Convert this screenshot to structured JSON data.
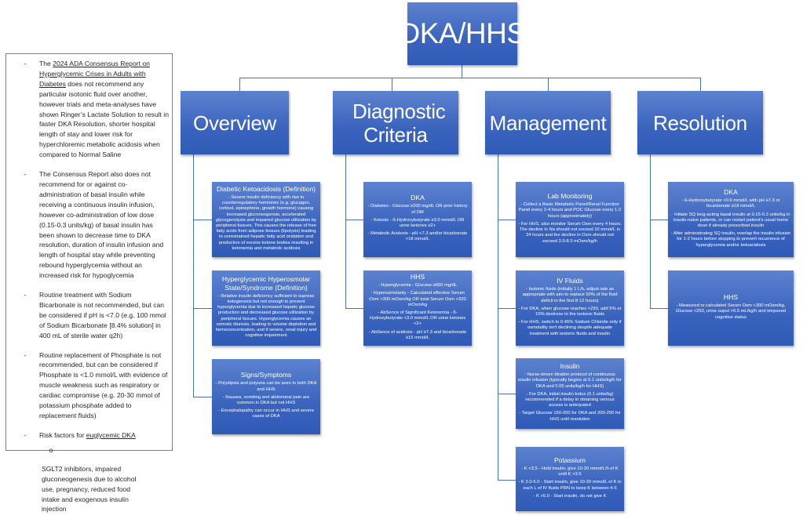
{
  "notes": {
    "items": [
      {
        "link": "2024 ADA Consensus Report on Hyperglycemic Crises in Adults with Diabetes",
        "prefix": "The ",
        "text": " does not recommend any particular isotonic fluid over another, however trials and meta-analyses have shown Ringer’s Lactate Solution to result in faster DKA Resolution, shorter hospital length of stay and lower risk for hyperchloremic metabolic acidosis when compared to Normal Saline"
      },
      {
        "text": "The Consensus Report also does not recommend for or against co-administration of basal insulin while receiving a continuous insulin infusion, however co-administration of low dose (0.15-0.3 units/kg) of basal insulin has been shown to decrease time to DKA resolution, duration of insulin infusion and length of hospital stay while preventing rebound hyperglycemia without an increased risk for hypoglycemia"
      },
      {
        "text": "Routine treatment with Sodium Bicarbonate is not recommended, but can be considered if pH is <7.0 (e.g. 100 mmol of Sodium Bicarbonate [8.4% solution] in 400 mL of sterile water q2h)"
      },
      {
        "text": "Routine replacement of Phosphate is not recommended, but can be considered if Phosphate is <1.0 mmol/L with evidence of muscle weakness such as respiratory or cardiac compromise (e.g. 20-30 mmol of potassium phosphate added to replacement fluids)"
      },
      {
        "prefix": "Risk factors for ",
        "link": "euglycemic DKA",
        "text": "",
        "sub": "SGLT2 inhibitors, impaired gluconeogenesis due to alcohol use, pregnancy, reduced food intake and exogenous insulin injection"
      }
    ],
    "dash": "-",
    "sub_bullet": "o"
  },
  "root": {
    "label": "DKA/HHS"
  },
  "categories": [
    {
      "label": "Overview",
      "children": [
        {
          "title": "Diabetic Ketoacidosis (Definition)",
          "lines": [
            "- Severe insulin deficiency with rise in counterregulatory hormones (e.g. glucagon, cortisol, epinephrine, growth hormone) causing increased gluconeogensis, accelerated glycogenolysis and impaired glucose utilization by peripheral tissues. This causes the release of free fatty acids from adipose tissues (lipolysis) leading to unrestrained hepatic fatty acid oxidation and production of excess ketone bodies resulting in ketonemia and metabolic acidosis"
          ]
        },
        {
          "title": "Hyperglycemic Hyperosmolar State/Syndrome (Definition)",
          "lines": [
            "- Relative insulin deficiency sufficient to supress ketogenesis but not enough to prevent hyperglycemia due to increased hepatic glucose production and decreased glucose utilization by peripheral tissues. Hyperglycemia causes an osmotic diuresis, leading to volume depletion and hemoconcentration, and if severe, renal injury and cognitive impairment"
          ]
        },
        {
          "title": "Signs/Symptoms",
          "lines": [
            "- Polydipsia and polyuria can be seen in both DKA and HHS",
            "- Nausea, vomiting and abdominal pain are common in DKA but not HHS",
            "- Encephalopathy can occur in HHS and severe cases of DKA"
          ]
        }
      ]
    },
    {
      "label": "Diagnostic Criteria",
      "children": [
        {
          "title": "DKA",
          "lines": [
            "- Diabetes - Glucose ≥200 mg/dL OR prior history of DM",
            "- Ketosis - ß-Hydroxybutyrate ≥3.0 mmol/L OR urine ketones ≥2+",
            "- Metabolic Acidosis - pH <7.3 and/or bicarbonate <18 mmol/L"
          ]
        },
        {
          "title": "HHS",
          "lines": [
            "- Hyperglycemia - Glucose ≥600 mg/dL",
            "- Hyperosmolarity - Calculated effective Serum Osm >300 mOsm/kg OR total Serum Osm >320 mOsm/kg",
            "- AbSence of Significant Ketonemia - ß-Hydroxybutyrate <3.0 mmol/L OR urine ketones <2+",
            "- AbSence of acidosis - pH ≥7.3 and bicarbonate ≥15 mmol/L"
          ]
        }
      ]
    },
    {
      "label": "Management",
      "children": [
        {
          "title": "Lab Monitoring",
          "lines": [
            "- Collect a Basic Metabolic Panel/Renal Function Panel every 2-4 hours and POC Glucose every 1-2 hours (approximately)",
            "- For HHS, also monitor Serum Osm every 4 hours. The decline in Na should not exceed 10 mmol/L in 24 hours and the decline in Osm should not exceed 3.0-8.0 mOsm/kg/h"
          ]
        },
        {
          "title": "IV Fluids",
          "lines": [
            "- Isotonic fluids (initially 1 L/h, adjust rate as appropriate with aim to replace 50% of the fluid deficit in the first 8-12 hours)",
            "- For DKA, when glucose reaches <250, add 5% or 10% dextrose to the isotonic fluids",
            "- For HHS, switch to 0.45% Sodium Chloride only if osmolality isn't declining despite adequate treatment with isotonic fluids and insulin"
          ]
        },
        {
          "title": "Insulin",
          "lines": [
            "- Nurse-driven titration protocol of continuous insulin infusion (typically begins at 0.1 units/kg/h for DKA and 0.05 units/kg/h for HHS)",
            "- For DKA, initial insulin bolus (0.1 units/kg) recommended if a delay in obtaining venous access is anticipated",
            "- Target Glucose 150-200 for DKA and 200-250 for HHS until resolution"
          ]
        },
        {
          "title": "Potassium",
          "lines": [
            "- K <3.5 - Hold insulin, give 10-20 mmol/L/h of K until K >3.5",
            "- K 3.0-5.0 - Start insulin, give 10-20 mmol/L of K in each L of IV fluids PRN to keep K between 4-5",
            "- K >5.0 - Start insulin, do not give K"
          ]
        }
      ]
    },
    {
      "label": "Resolution",
      "children": [
        {
          "title": "DKA",
          "lines": [
            "- ß-Hydroxybutyrate <0.6 mmol/L with pH ≥7.3 or bicarbonate ≥18 mmol/L",
            "- Initiate SQ long-acting basal insulin at 0.15-0.3 units/kg in insulin-naive patients, or can restart patient's usual home dose if already prescribed insulin",
            "- After administrating SQ insulin, overlap the insulin infusion for 1-2 hours before stopping to prevent recurrence of hyperglycemia and/or ketoacidosis"
          ]
        },
        {
          "title": "HHS",
          "lines": [
            "- Measured or calculated Serum Osm <300 mOsm/kg, Glucose <250, urine ouput >0.5 mL/kg/h and imrpoved cognitive status"
          ]
        }
      ]
    }
  ]
}
